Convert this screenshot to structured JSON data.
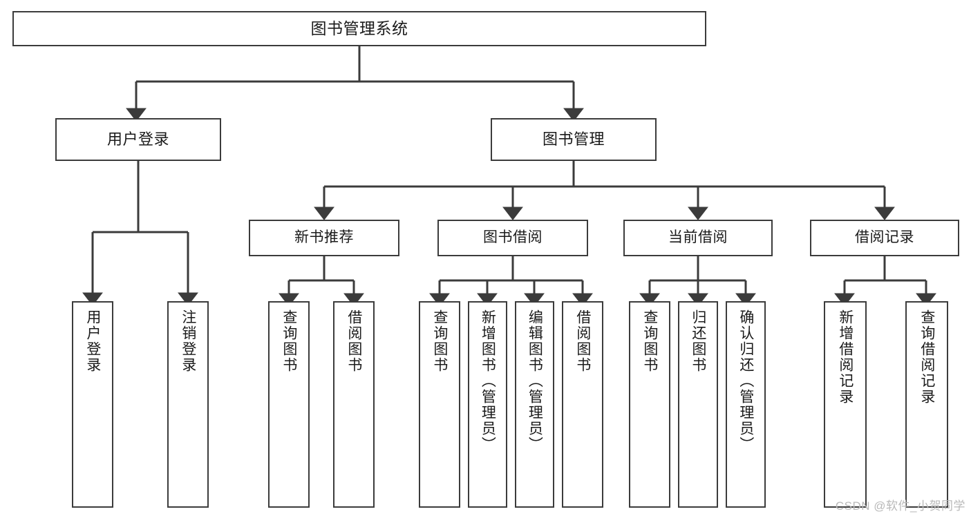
{
  "diagram": {
    "title": "图书管理系统",
    "type": "tree-hierarchy",
    "watermark": "CSDN @软件_小贺同学",
    "colors": {
      "box_border": "#3b3b3b",
      "box_fill": "#ffffff",
      "edge": "#3b3b3b",
      "text": "#1a1a1a",
      "watermark": "#b9b9b9",
      "background": "#ffffff"
    }
  },
  "nodes": {
    "root": {
      "label": "图书管理系统",
      "level": 1
    },
    "level2": [
      {
        "id": "user-login",
        "label": "用户登录"
      },
      {
        "id": "book-management",
        "label": "图书管理"
      }
    ],
    "level3": [
      {
        "id": "new-book-recommend",
        "label": "新书推荐"
      },
      {
        "id": "book-borrow",
        "label": "图书借阅"
      },
      {
        "id": "current-borrow",
        "label": "当前借阅"
      },
      {
        "id": "borrow-record",
        "label": "借阅记录"
      }
    ],
    "leaves": {
      "user-login": [
        {
          "id": "leaf-user-login",
          "label": "用户登录"
        },
        {
          "id": "leaf-logout-login",
          "label": "注销登录"
        }
      ],
      "new-book-recommend": [
        {
          "id": "leaf-query-book-1",
          "label": "查询图书"
        },
        {
          "id": "leaf-borrow-book-1",
          "label": "借阅图书"
        }
      ],
      "book-borrow": [
        {
          "id": "leaf-query-book-2",
          "label": "查询图书"
        },
        {
          "id": "leaf-add-book-admin",
          "label": "新增图书（管理员）"
        },
        {
          "id": "leaf-edit-book-admin",
          "label": "编辑图书（管理员）"
        },
        {
          "id": "leaf-borrow-book-2",
          "label": "借阅图书"
        }
      ],
      "current-borrow": [
        {
          "id": "leaf-query-book-3",
          "label": "查询图书"
        },
        {
          "id": "leaf-return-book",
          "label": "归还图书"
        },
        {
          "id": "leaf-confirm-return-admin",
          "label": "确认归还（管理员）"
        }
      ],
      "borrow-record": [
        {
          "id": "leaf-add-borrow-record",
          "label": "新增借阅记录"
        },
        {
          "id": "leaf-query-borrow-record",
          "label": "查询借阅记录"
        }
      ]
    }
  }
}
